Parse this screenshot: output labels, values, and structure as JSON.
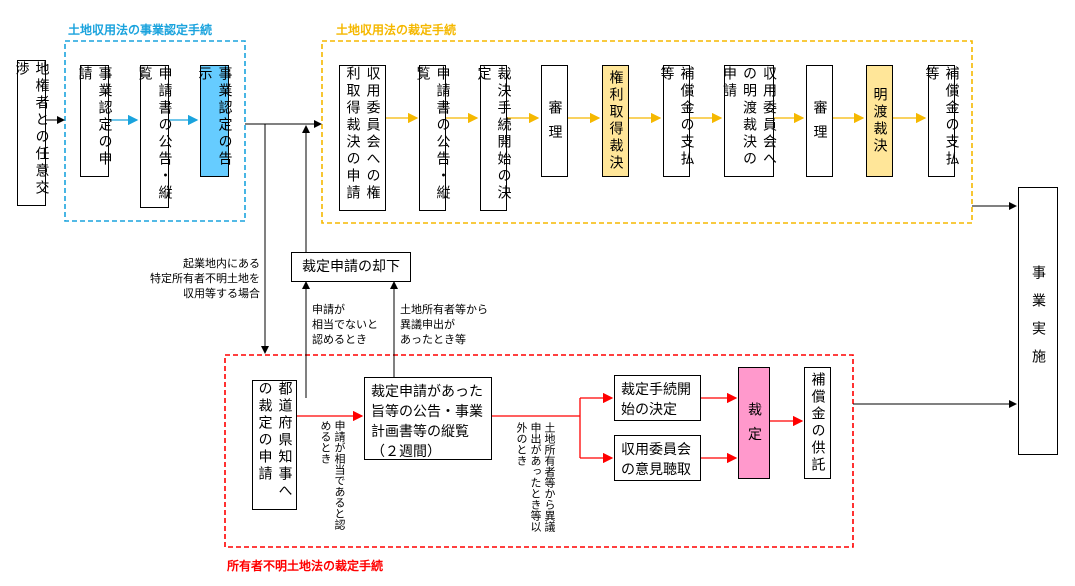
{
  "labels": {
    "jigyo_nintei": "土地収用法の事業認定手続",
    "saitei": "土地収用法の裁定手続",
    "fumei": "所有者不明土地法の裁定手続"
  },
  "colors": {
    "blue": "#1aa3dd",
    "orange": "#f5b800",
    "red": "#ff0000"
  },
  "nodes": {
    "kosho": "地権者との任意交渉",
    "nintei_shinsei": "事業認定の申請",
    "shinsei_kokoku": "申請書の公告・縦覧",
    "nintei_kokuji": "事業認定の告示",
    "kenri_shinsei": "収用委員会への権利取得裁決の申請",
    "kokoku2": "申請書の公告・縦覧",
    "kaishi": "裁決手続開始の決定",
    "shinri1": "審 理",
    "kenri_saiketsu": "権利取得裁決",
    "hosho1": "補償金の支払等",
    "akewatashi_shinsei": "収用委員会への明渡裁決の申請",
    "shinri2": "審 理",
    "akewatashi": "明渡裁決",
    "hosho2": "補償金の支払等",
    "jigyo": "事業実施",
    "kyakka": "裁定申請の却下",
    "chiji": "都道府県知事への裁定の申請",
    "fumei_kokoku": "裁定申請があった旨等の公告・事業計画書等の縦覧（２週間）",
    "fumei_kaishi": "裁定手続開始の決定",
    "iken": "収用委員会の意見聴取",
    "saitei": "裁 定",
    "kyotaku": "補償金の供託"
  },
  "notes": {
    "kigyo": "起業地内にある\n特定所有者不明土地を\n収用等する場合",
    "soto_nai": "申請が\n相当でないと\n認めるとき",
    "igi": "土地所有者等から\n異議申出が\nあったとき等",
    "soto": "申請が相当であると認めるとき",
    "igai": "土地所有者等から異議申出があったとき等以外のとき"
  }
}
